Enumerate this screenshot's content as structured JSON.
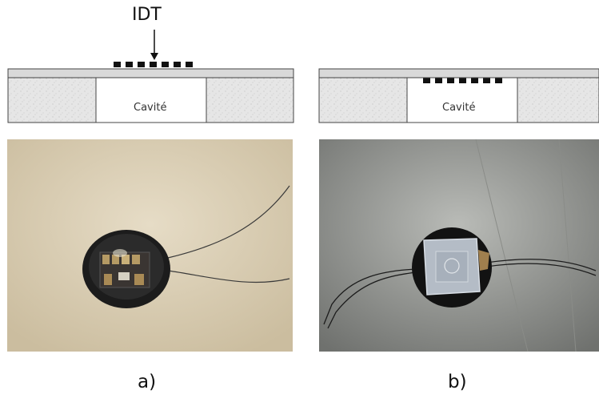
{
  "panel_a": {
    "idt_label": "IDT",
    "cavity_label": "Cavité",
    "caption": "a)"
  },
  "panel_b": {
    "cavity_label": "Cavité",
    "caption": "b)"
  },
  "colors": {
    "membrane": "#d8d8d8",
    "substrate": "#e4e4e4",
    "electrode": "#111111",
    "photo_a_bg": "#d9cdb6",
    "photo_b_bg": "#9c9d99"
  }
}
